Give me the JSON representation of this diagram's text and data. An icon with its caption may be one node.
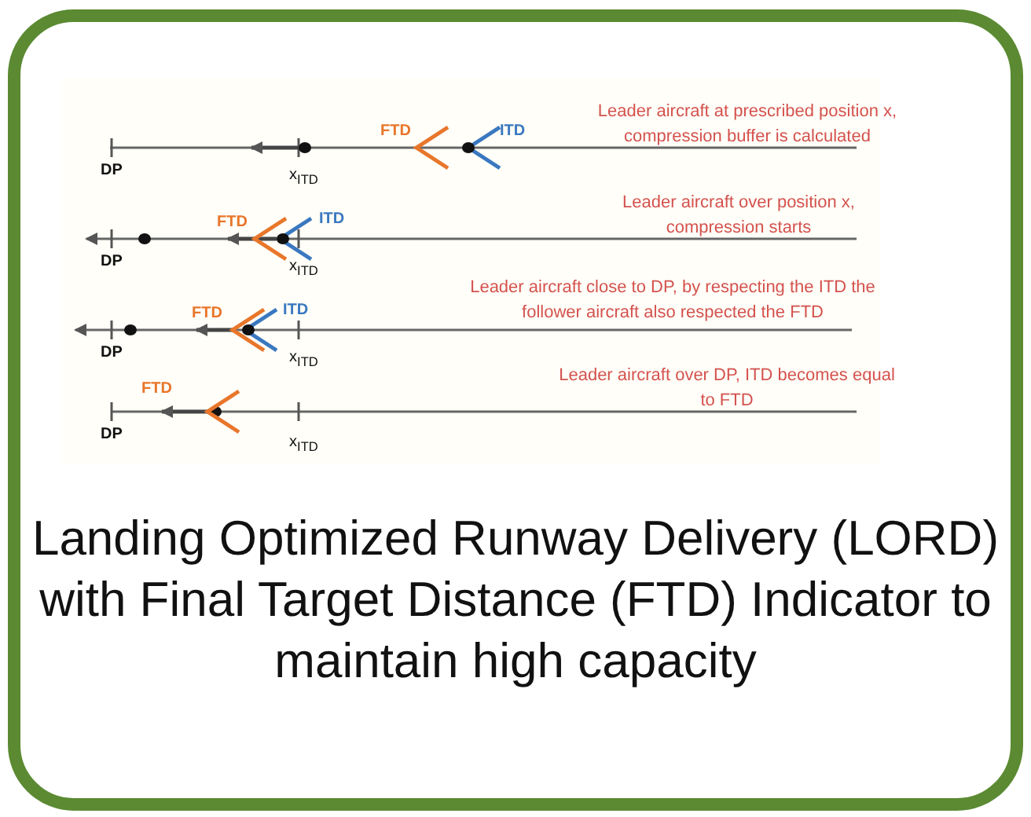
{
  "diagram": {
    "caption": "Landing Optimized Runway Delivery (LORD) with Final Target Distance (FTD) Indicator to maintain high capacity",
    "labels": [
      "Leader aircraft at prescribed position x, compression buffer is calculated",
      "FTD",
      "ITD",
      "DP",
      "x$_{ITD}$",
      "Leader aircraft over position x, compression starts",
      "FTD",
      "ITD",
      "DP",
      "x$_{ITD}$",
      "Leader aircraft close to DP, by respecting the ITD the follower aircraft also respected the FTD",
      "FTD",
      "ITD",
      "DP",
      "x$_{ITD}$",
      "Leader aircraft over DP, ITD becomes equal to FTD",
      "FTD",
      "DP",
      "x$_{ITD}$"
    ]
  }
}
